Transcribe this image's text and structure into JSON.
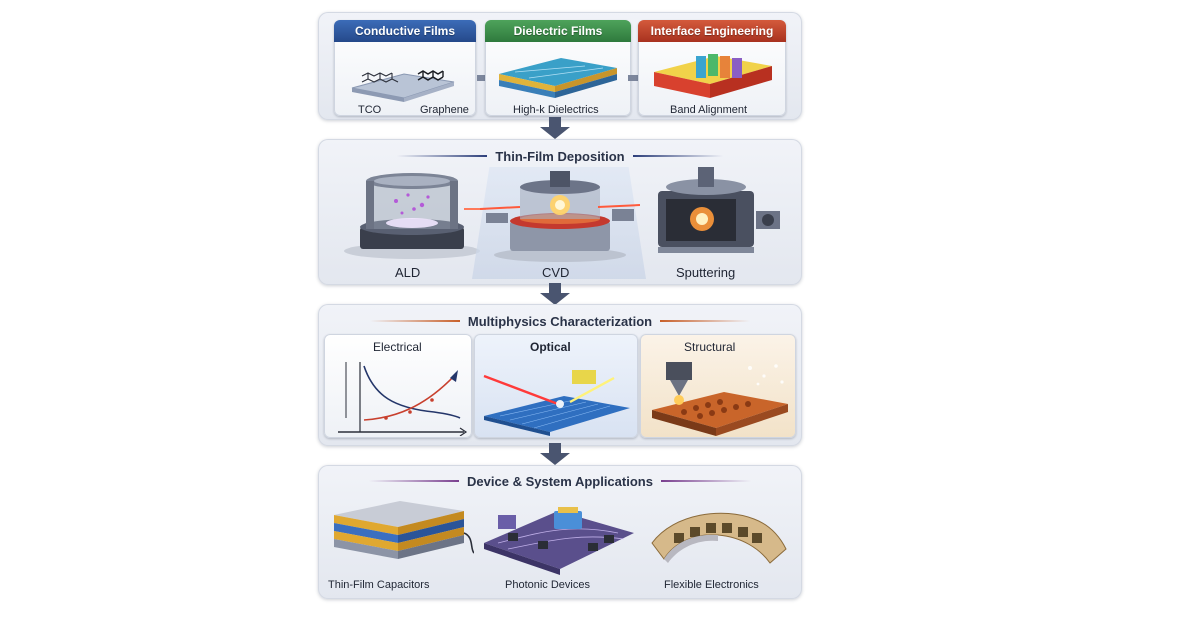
{
  "stage1": {
    "cards": [
      {
        "title": "Conductive Films",
        "labels": [
          "TCO",
          "Graphene"
        ],
        "color": "#2d5aa0"
      },
      {
        "title": "Dielectric Films",
        "labels": [
          "High-k Dielectrics"
        ],
        "color": "#3f8f4c"
      },
      {
        "title": "Interface Engineering",
        "labels": [
          "Band Alignment"
        ],
        "color": "#c2432e"
      }
    ]
  },
  "stage2": {
    "title": "Thin-Film Deposition",
    "methods": [
      "ALD",
      "CVD",
      "Sputtering"
    ],
    "accent": "#2d3f7a"
  },
  "stage3": {
    "title": "Multiphysics Characterization",
    "modes": [
      "Electrical",
      "Optical",
      "Structural"
    ],
    "accent": "#c8602a"
  },
  "stage4": {
    "title": "Device & System Applications",
    "apps": [
      "Thin-Film Capacitors",
      "Photonic Devices",
      "Flexible Electronics"
    ],
    "accent": "#7a3f8f"
  },
  "colors": {
    "arrow": "#4a5570",
    "blue": "#2d5aa0",
    "green": "#3f8f4c",
    "red": "#c2432e",
    "orange": "#e08a2a",
    "purple": "#7a3f8f"
  }
}
